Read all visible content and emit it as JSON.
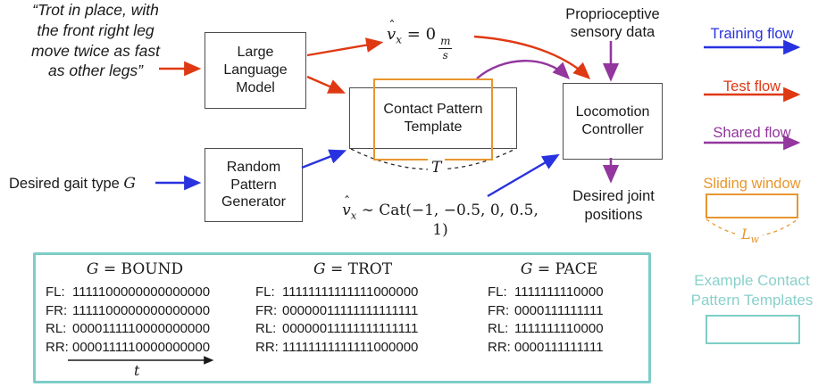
{
  "colors": {
    "training_blue": "#2832df",
    "test_red": "#df3913",
    "shared_purple": "#93369e",
    "sliding_orange": "#e8962e",
    "template_teal": "#7dcdc7",
    "box_border": "#4d4d4d",
    "text": "#1a1a1a"
  },
  "quote": {
    "line1": "“Trot in place, with",
    "line2": "the front right leg",
    "line3": "move twice as fast",
    "line4": "as other legs”"
  },
  "boxes": {
    "llm": {
      "line1": "Large",
      "line2": "Language",
      "line3": "Model"
    },
    "rpg": {
      "line1": "Random",
      "line2": "Pattern",
      "line3": "Generator"
    },
    "cpt": {
      "line1": "Contact Pattern",
      "line2": "Template"
    },
    "lc": {
      "line1": "Locomotion",
      "line2": "Controller"
    }
  },
  "math": {
    "velocity_eq": {
      "hat": "ˆ",
      "v": "v",
      "sub": "x",
      "mid": " = 0",
      "num": "m",
      "den": "s"
    },
    "velocity_cat": {
      "hat": "ˆ",
      "v": "v",
      "sub": "x",
      "rest": " ∼ Cat(−1, −0.5, 0, 0.5, 1)"
    },
    "t_period": "T",
    "t_axis": "t",
    "lw": {
      "base": "L",
      "sub": "w"
    }
  },
  "labels": {
    "proprioceptive_line1": "Proprioceptive",
    "proprioceptive_line2": "sensory data",
    "desired_joint_line1": "Desired joint",
    "desired_joint_line2": "positions",
    "desired_gait_text": "Desired gait type ",
    "desired_gait_var": "G"
  },
  "legend": {
    "training": "Training flow",
    "test": "Test flow",
    "shared": "Shared flow",
    "sliding": "Sliding window",
    "example_line1": "Example Contact",
    "example_line2": "Pattern Templates"
  },
  "gaits": {
    "bound": {
      "var": "G",
      "eq": " = BOUND",
      "rows": [
        {
          "leg": "FL:",
          "bits": "1111100000000000000"
        },
        {
          "leg": "FR:",
          "bits": "1111100000000000000"
        },
        {
          "leg": "RL:",
          "bits": "0000111110000000000"
        },
        {
          "leg": "RR:",
          "bits": "0000111110000000000"
        }
      ]
    },
    "trot": {
      "var": "G",
      "eq": " = TROT",
      "rows": [
        {
          "leg": "FL:",
          "bits": "11111111111111000000"
        },
        {
          "leg": "FR:",
          "bits": "00000011111111111111"
        },
        {
          "leg": "RL:",
          "bits": "00000011111111111111"
        },
        {
          "leg": "RR:",
          "bits": "11111111111111000000"
        }
      ]
    },
    "pace": {
      "var": "G",
      "eq": " = PACE",
      "rows": [
        {
          "leg": "FL:",
          "bits": "1111111110000"
        },
        {
          "leg": "FR:",
          "bits": "0000111111111"
        },
        {
          "leg": "RL:",
          "bits": "1111111110000"
        },
        {
          "leg": "RR:",
          "bits": "0000111111111"
        }
      ]
    }
  }
}
